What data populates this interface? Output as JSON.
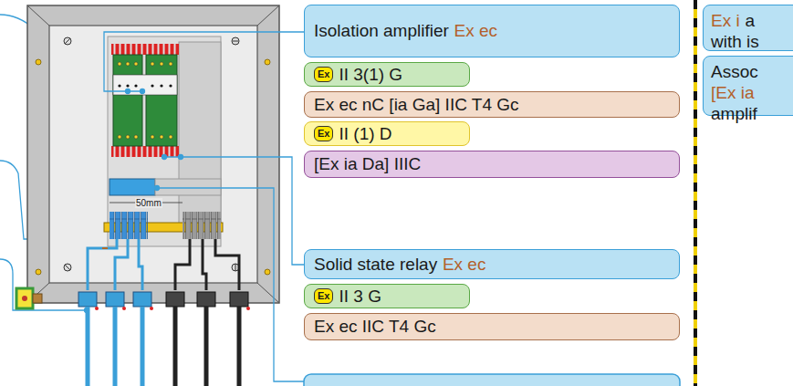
{
  "diagram": {
    "nodes": [
      {
        "text": [
          "Isolation amplifier",
          "Ex ec"
        ]
      },
      {
        "text": [
          "Ex",
          "II 3(1) G"
        ]
      },
      {
        "text": [
          "Ex ec nC [ia Ga] IIC T4 Gc"
        ]
      },
      {
        "text": [
          "Ex",
          "II (1) D"
        ]
      },
      {
        "text": [
          "[Ex ia Da] IIIC"
        ]
      },
      {
        "text": [
          "Solid state relay",
          "Ex ec"
        ]
      },
      {
        "text": [
          "Ex",
          "II 3 G"
        ]
      },
      {
        "text": [
          "Ex ec IIC T4 Gc"
        ]
      },
      {
        "text": [
          "Ex i",
          "a",
          "with is"
        ]
      },
      {
        "text": [
          "Assoc",
          "[Ex ia",
          "amplif"
        ]
      }
    ],
    "labels": [
      "50mm"
    ]
  }
}
